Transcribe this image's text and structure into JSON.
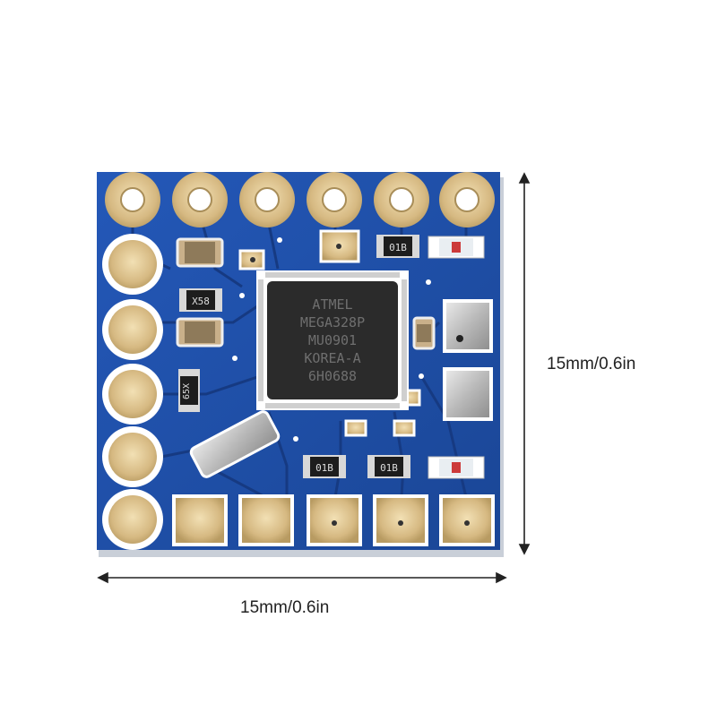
{
  "dimensions": {
    "width_label": "15mm/0.6in",
    "height_label": "15mm/0.6in"
  },
  "board": {
    "chip_text": [
      "ATMEL",
      "MEGA328P",
      "MU0901",
      "KOREA-A",
      "6H0688"
    ],
    "component_labels": {
      "r1": "01B",
      "r2": "X58",
      "r3": "65X",
      "r4": "01B",
      "r5": "01B"
    }
  },
  "colors": {
    "pcb_blue": "#1f4fa8",
    "pcb_dark": "#15357a",
    "gold": "#d9c08a",
    "chip": "#2b2b2b"
  }
}
